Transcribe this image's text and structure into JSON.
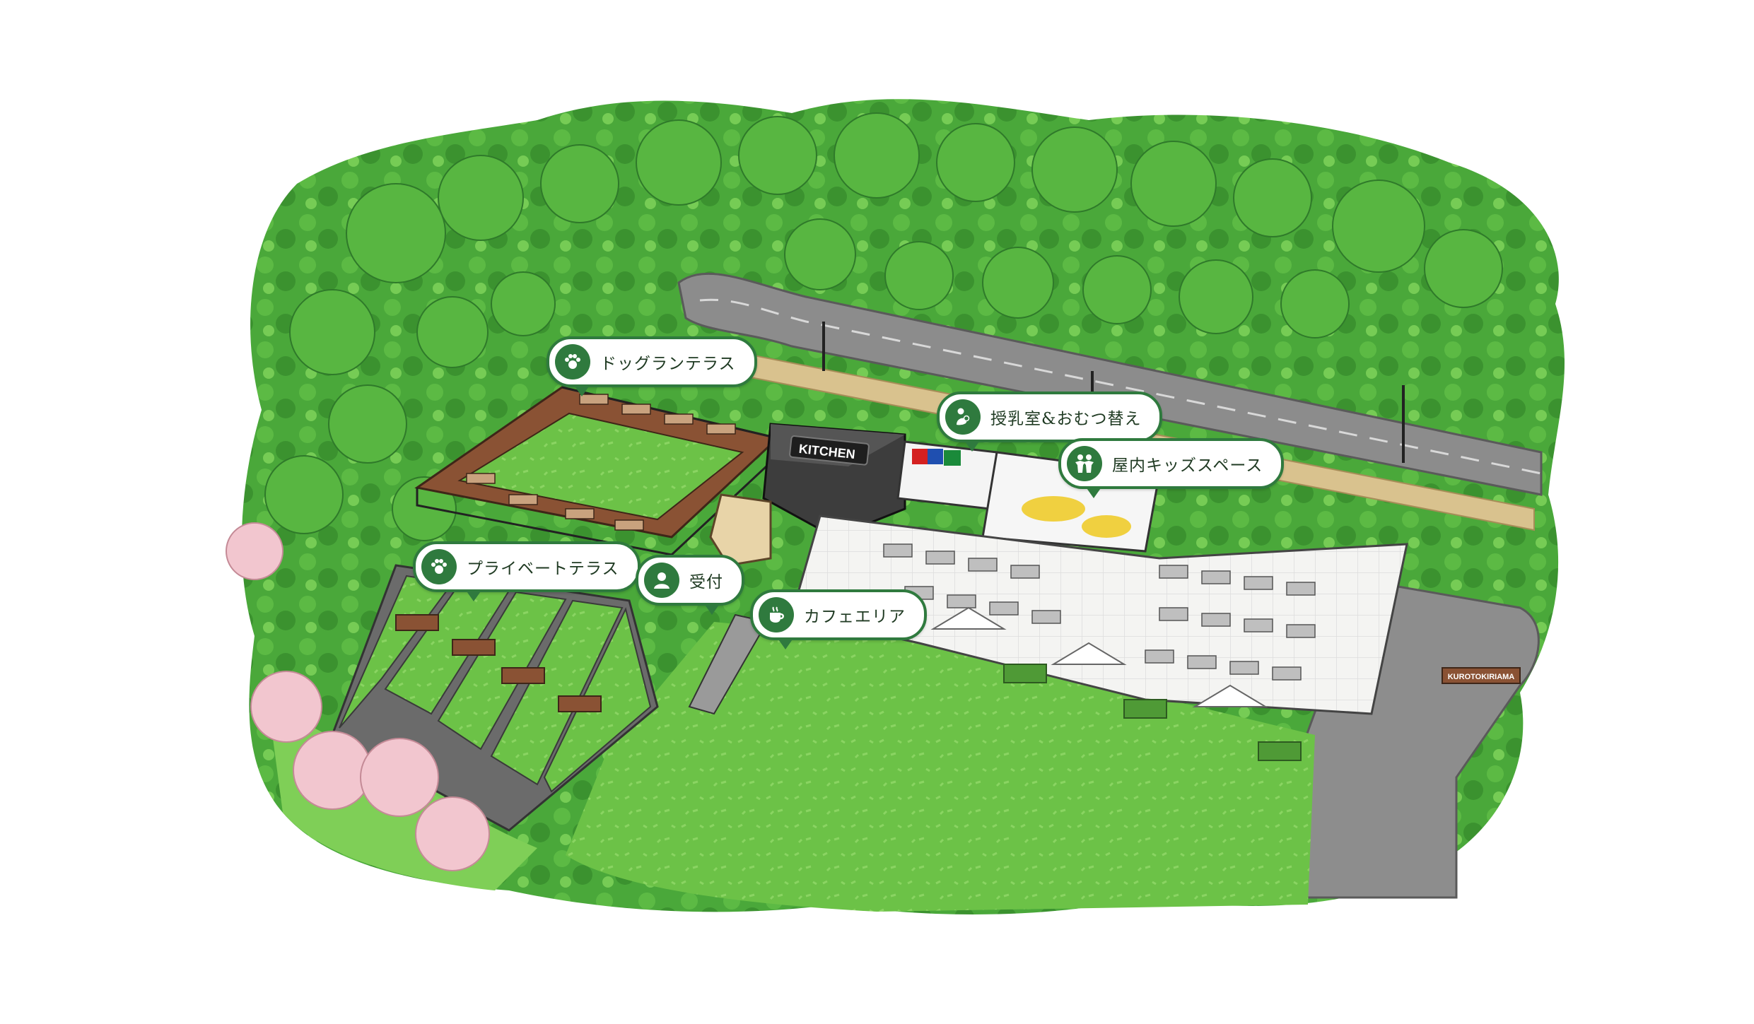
{
  "colors": {
    "callout_border": "#2f7a3e",
    "icon_fill": "#2f7a3e",
    "label_text": "#1f3a22",
    "lawn": "#6cc247",
    "forest": "#3f9a34",
    "road": "#8c8c8c",
    "deck_wood": "#8a5234",
    "blossom": "#f2c6cf"
  },
  "callouts": {
    "dog_run": {
      "label": "ドッグランテラス",
      "icon": "paw-icon"
    },
    "private_terrace": {
      "label": "プライベートテラス",
      "icon": "paw-icon"
    },
    "reception": {
      "label": "受付",
      "icon": "person-icon"
    },
    "cafe_area": {
      "label": "カフェエリア",
      "icon": "coffee-cup-icon"
    },
    "nursing_room": {
      "label": "授乳室&おむつ替え",
      "icon": "mother-baby-icon"
    },
    "kids_space": {
      "label": "屋内キッズスペース",
      "icon": "children-icon"
    }
  },
  "buildings": {
    "kitchen_sign": "KITCHEN",
    "entrance_sign": "KUROTOKIRIAMA"
  }
}
